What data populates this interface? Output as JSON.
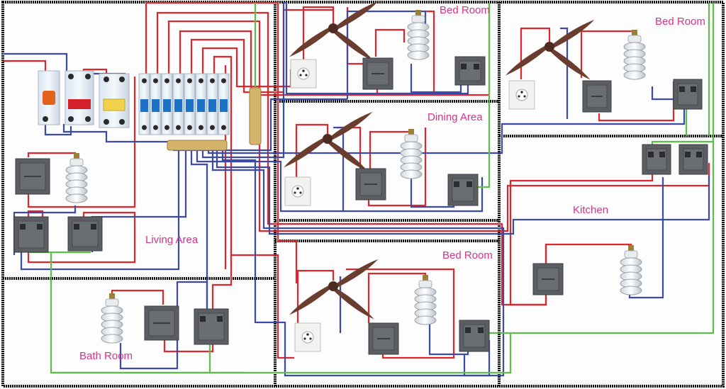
{
  "rooms": {
    "bed_room_top_center": "Bed Room",
    "bed_room_top_right": "Bed Room",
    "dining_area": "Dining Area",
    "kitchen": "Kitchen",
    "living_area": "Living Area",
    "bed_room_bottom": "Bed Room",
    "bath_room": "Bath Room"
  },
  "colors": {
    "phase_wire": "#e0262b",
    "neutral_wire": "#3b49a8",
    "earth_wire": "#5cbf4a",
    "room_label": "#d6338a",
    "wall": "#111111",
    "switch_board": "#5b5e63",
    "fan": "#6b3d2e",
    "breaker_blue": "#1f6fc7",
    "breaker_red": "#d3202a"
  },
  "icons": {
    "fan": "ceiling-fan-icon",
    "bulb": "cfl-bulb-icon",
    "switch": "switch-board-icon",
    "socket": "socket-outlet-icon",
    "breaker": "circuit-breaker-icon"
  }
}
